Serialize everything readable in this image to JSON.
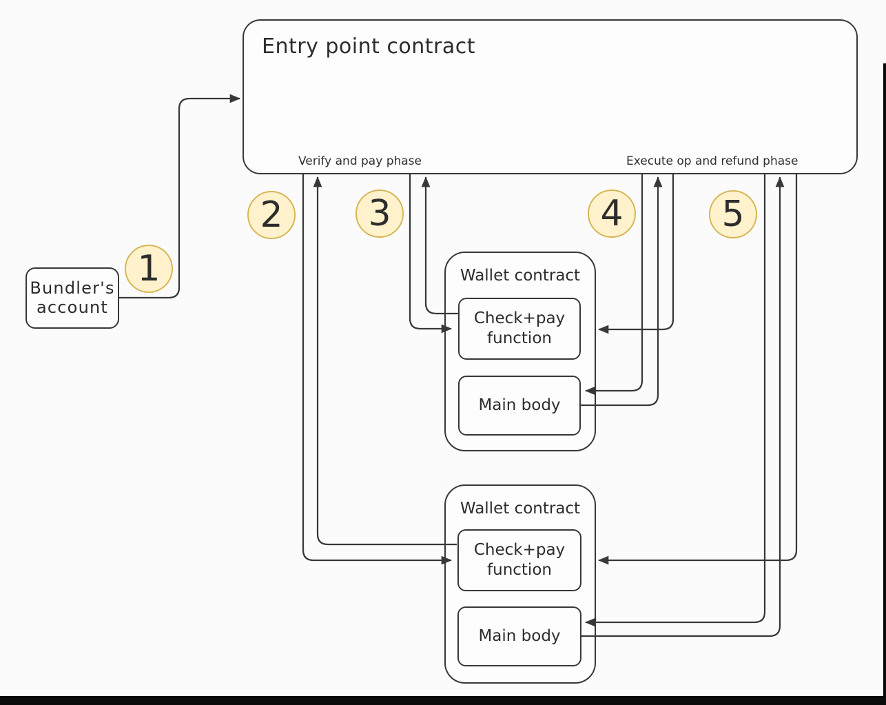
{
  "diagram": {
    "entry_point": {
      "title": "Entry point contract",
      "verify_phase_label": "Verify and pay phase",
      "execute_phase_label": "Execute op and refund phase"
    },
    "bundler_account": {
      "label": "Bundler's account"
    },
    "wallets": [
      {
        "title": "Wallet contract",
        "check_pay_label": "Check+pay function",
        "main_body_label": "Main body"
      },
      {
        "title": "Wallet contract",
        "check_pay_label": "Check+pay function",
        "main_body_label": "Main body"
      }
    ],
    "step_badges": [
      "1",
      "2",
      "3",
      "4",
      "5"
    ],
    "colors": {
      "badge_fill": "#fff2cc",
      "badge_border": "#d6b656",
      "line": "#383838",
      "background": "#fbfbfb"
    }
  }
}
